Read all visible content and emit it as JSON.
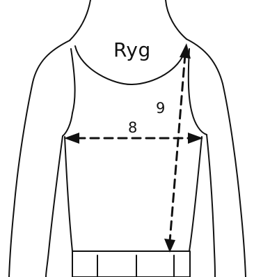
{
  "diagram": {
    "title": "Ryg",
    "measurements": [
      {
        "id": "chest-width",
        "label": "8"
      },
      {
        "id": "back-length",
        "label": "9"
      }
    ],
    "line_color": "#111111",
    "background": "#ffffff"
  }
}
